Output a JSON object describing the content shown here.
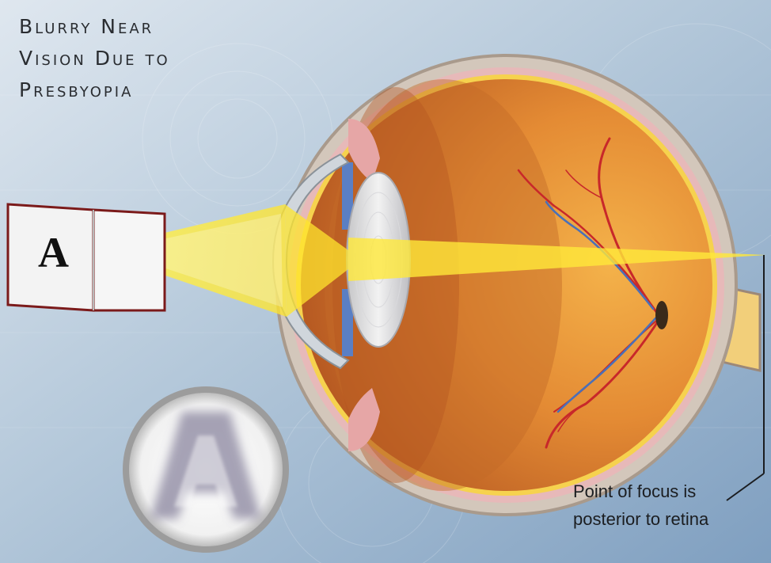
{
  "title": {
    "line1": "Blurry Near",
    "line2": "Vision Due to",
    "line3": "Presbyopia"
  },
  "book": {
    "letter": "A"
  },
  "blurred_preview": {
    "letter": "A"
  },
  "caption": {
    "line1": "Point of focus is",
    "line2": "posterior to retina"
  },
  "colors": {
    "background": "#aec3d6",
    "sclera": "#cfc4ba",
    "vitreous": "#e08a3a",
    "light_beam": "#ffe83a",
    "vessels_artery": "#c8282a",
    "vessels_vein": "#4a70b8",
    "book_cover": "#7b1a1a"
  }
}
